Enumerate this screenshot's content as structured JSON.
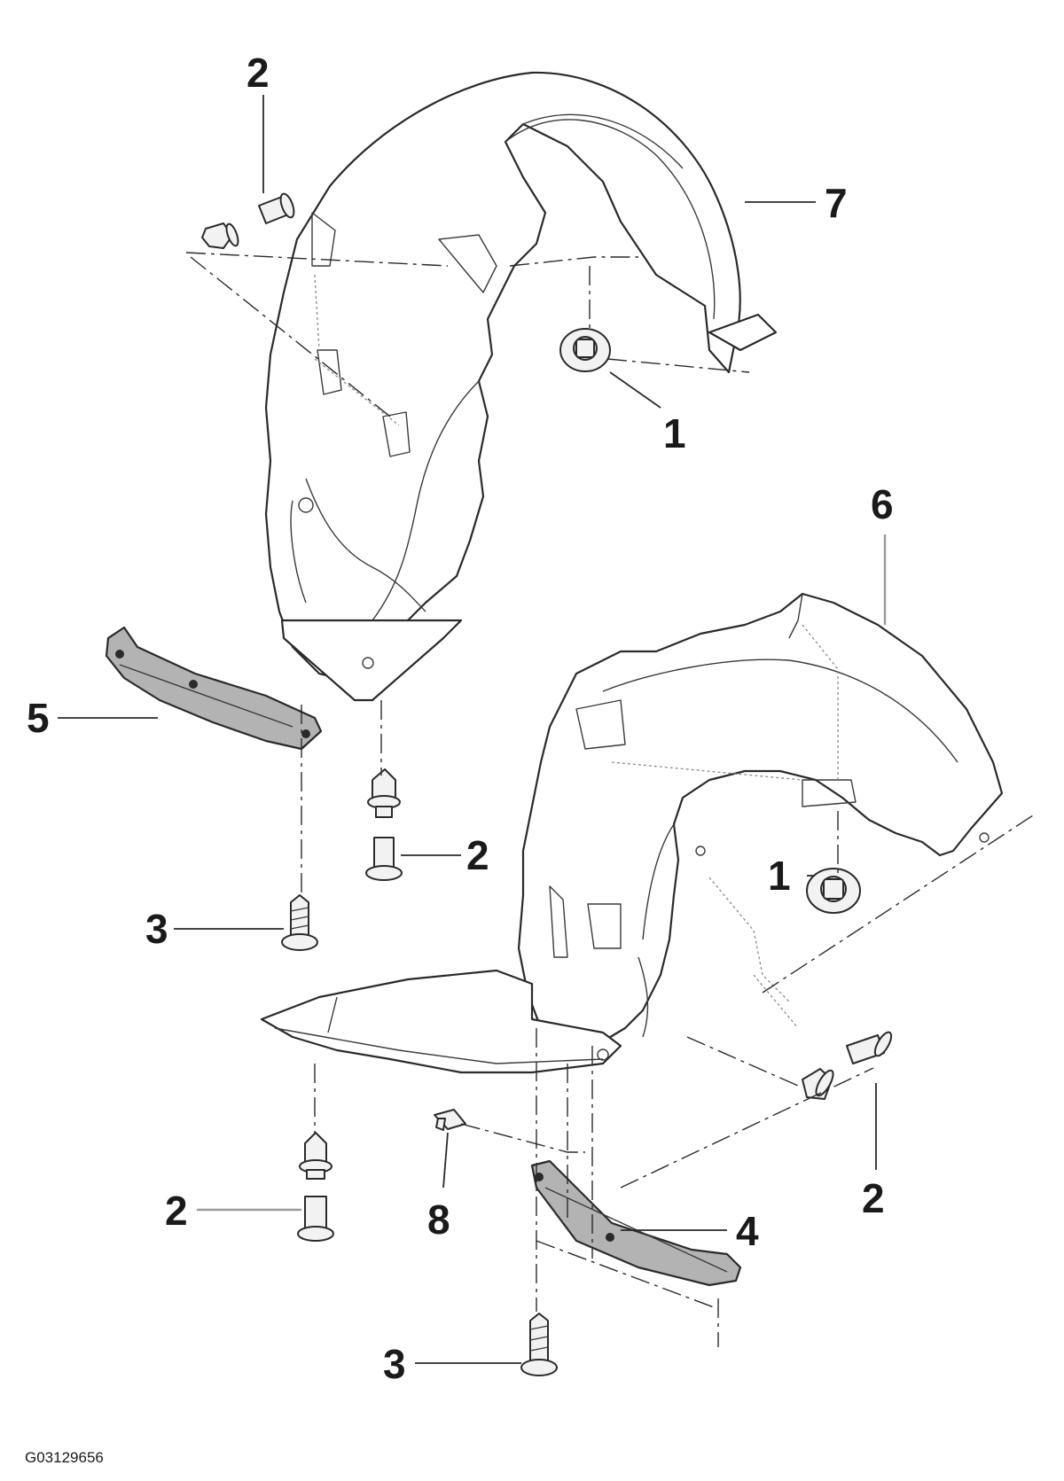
{
  "figure": {
    "id": "G03129656"
  },
  "callouts": {
    "c1a": "1",
    "c1b": "1",
    "c2a": "2",
    "c2b": "2",
    "c2c": "2",
    "c2d": "2",
    "c3a": "3",
    "c3b": "3",
    "c4": "4",
    "c5": "5",
    "c6": "6",
    "c7": "7",
    "c8": "8"
  },
  "colors": {
    "line": "#2a2a2a",
    "strip_fill": "#b3b3b3",
    "background": "#ffffff"
  }
}
